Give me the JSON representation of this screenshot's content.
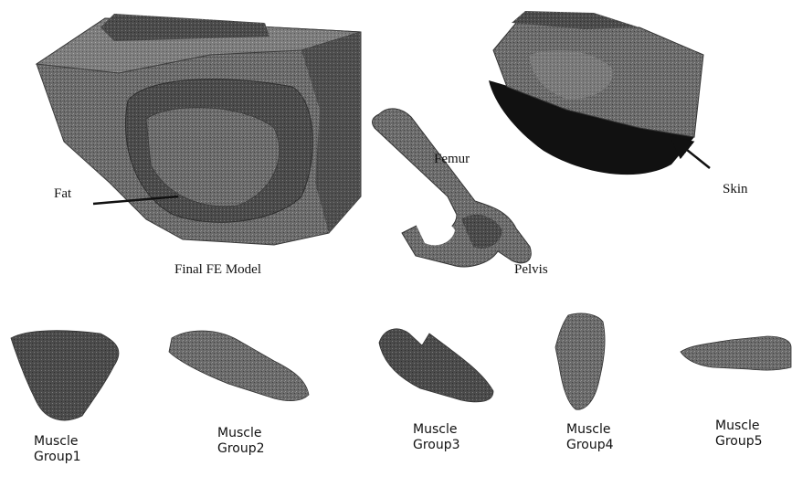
{
  "labels": {
    "final_model": "Final FE Model",
    "fat": "Fat",
    "femur": "Femur",
    "pelvis": "Pelvis",
    "skin": "Skin"
  },
  "muscle_groups": [
    {
      "line1": "Muscle",
      "line2": "Group1"
    },
    {
      "line1": "Muscle",
      "line2": "Group2"
    },
    {
      "line1": "Muscle",
      "line2": "Group3"
    },
    {
      "line1": "Muscle",
      "line2": "Group4"
    },
    {
      "line1": "Muscle",
      "line2": "Group5"
    }
  ],
  "colors": {
    "mesh_dark": "#4a4a4a",
    "mesh_mid": "#6e6e6e",
    "mesh_light": "#8c8c8c",
    "skin_black": "#111111"
  }
}
